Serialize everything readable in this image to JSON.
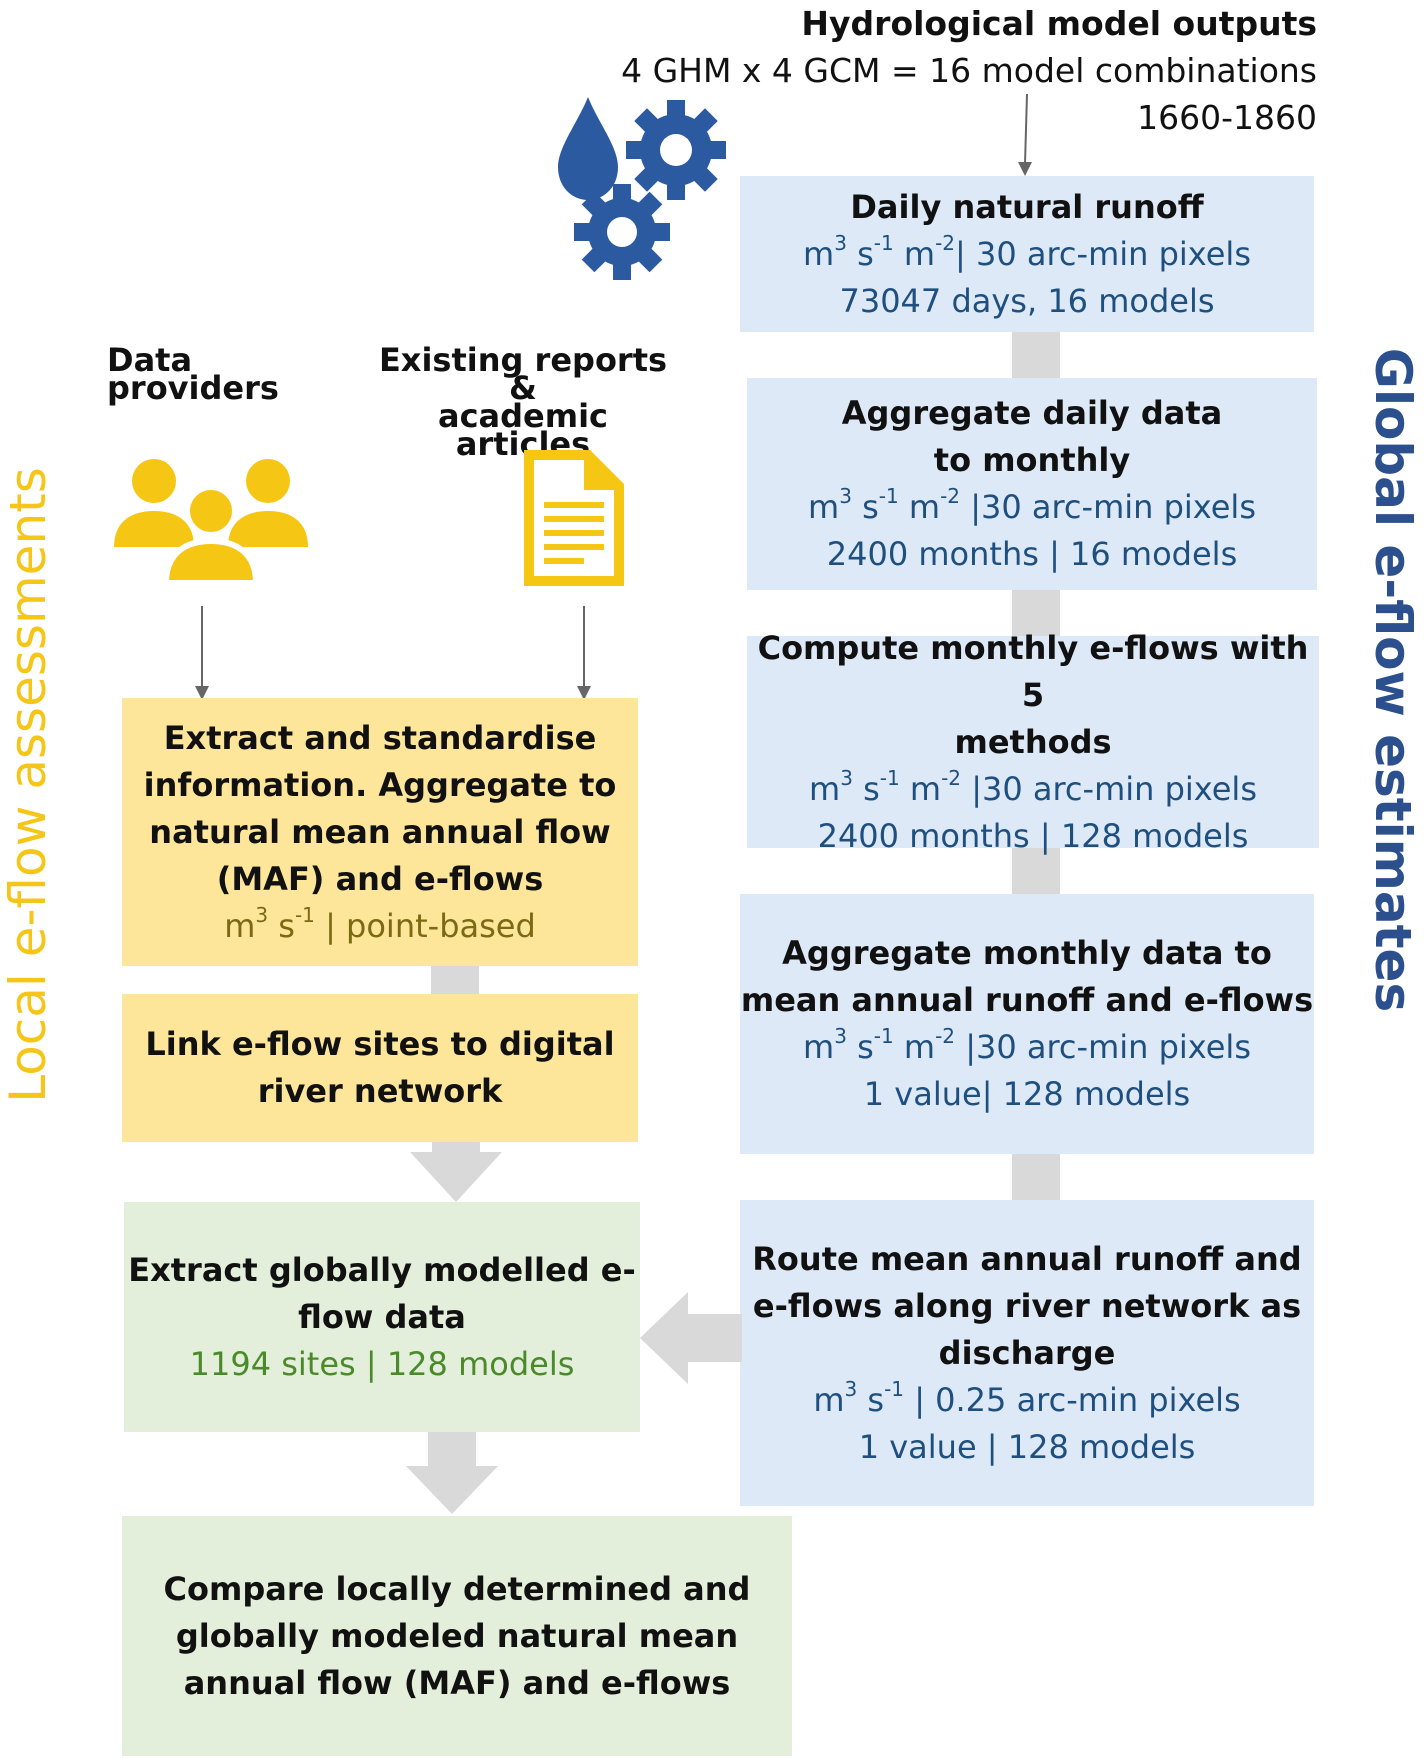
{
  "header": {
    "title": "Hydrological model outputs",
    "line2": "4 GHM x 4 GCM = 16 model combinations",
    "line3": "1660-1860"
  },
  "side_labels": {
    "left": "Local e-flow assessments",
    "right": "Global e-flow estimates"
  },
  "sources": {
    "data_providers_1": "Data",
    "data_providers_2": "providers",
    "reports_1": "Existing reports &",
    "reports_2": "academic articles"
  },
  "global_steps": [
    {
      "title": "Daily natural runoff",
      "u1": "m",
      "u2": "3",
      "u3": " s",
      "u4": "-1",
      "u5": " m",
      "u6": "-2",
      "u7": "| 30 arc-min pixels",
      "line3": "73047 days, 16 models"
    },
    {
      "title1": "Aggregate daily data",
      "title2": "to monthly",
      "u1": "m",
      "u2": "3",
      "u3": " s",
      "u4": "-1",
      "u5": " m",
      "u6": "-2",
      "u7": " |30 arc-min pixels",
      "line3": "2400 months | 16 models"
    },
    {
      "title1": "Compute monthly e-flows with 5",
      "title2": "methods",
      "u1": "m",
      "u2": "3",
      "u3": " s",
      "u4": "-1",
      "u5": " m",
      "u6": "-2",
      "u7": " |30 arc-min pixels",
      "line3": "2400 months | 128 models"
    },
    {
      "title1": "Aggregate monthly data to",
      "title2": "mean annual runoff and e-flows",
      "u1": "m",
      "u2": "3",
      "u3": " s",
      "u4": "-1",
      "u5": " m",
      "u6": "-2",
      "u7": " |30 arc-min pixels",
      "line3": "1 value| 128 models"
    },
    {
      "title1": "Route mean annual runoff and",
      "title2": "e-flows along river network as",
      "title3": "discharge",
      "u1": "m",
      "u2": "3",
      "u3": " s",
      "u4": "-1",
      "u7": " | 0.25 arc-min pixels",
      "line3": "1 value | 128 models"
    }
  ],
  "local_steps": {
    "extract_1": "Extract and standardise",
    "extract_2": "information. Aggregate to",
    "extract_3": "natural mean annual flow",
    "extract_4": "(MAF) and e-flows",
    "extract_u1": "m",
    "extract_u2": "3",
    "extract_u3": " s",
    "extract_u4": "-1",
    "extract_u5": " | point-based",
    "link_1": "Link e-flow sites to digital",
    "link_2": "river network"
  },
  "combined_steps": {
    "global_extract_1": "Extract globally modelled e-",
    "global_extract_2": "flow data",
    "global_extract_3": "1194 sites | 128 models",
    "compare_1": "Compare locally determined and",
    "compare_2": "globally modeled natural mean",
    "compare_3": "annual flow (MAF) and e-flows"
  },
  "colors": {
    "blue_box": "#dde9f6",
    "yellow_box": "#fde59a",
    "green_box": "#e3efda",
    "icon_blue": "#2c5aa0",
    "icon_yellow": "#f6c614",
    "connector": "#d9d9d9"
  },
  "icons": [
    "water-drop-icon",
    "gears-icon",
    "people-icon",
    "document-icon"
  ]
}
